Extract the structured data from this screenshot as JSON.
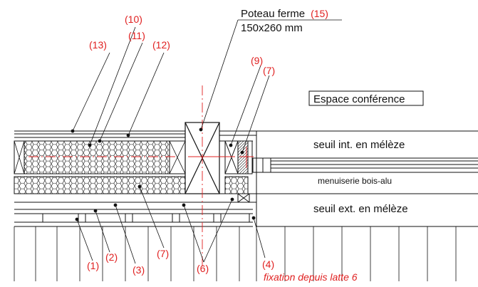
{
  "labels": {
    "post_title": "Poteau ferme",
    "post_number": "(15)",
    "post_size": "150x260 mm",
    "space_label": "Espace conférence",
    "sill_interior": "seuil int. en mélèze",
    "joinery": "menuiserie bois-alu",
    "sill_exterior": "seuil ext. en mélèze",
    "fixing_note": "fixation depuis latte 6"
  },
  "callouts": {
    "c1": "(1)",
    "c2": "(2)",
    "c3": "(3)",
    "c4": "(4)",
    "c6": "(6)",
    "c7a": "(7)",
    "c7b": "(7)",
    "c9": "(9)",
    "c10": "(10)",
    "c11": "(11)",
    "c12": "(12)",
    "c13": "(13)"
  },
  "colors": {
    "line": "#111111",
    "annotation": "#e02020",
    "axis": "#e02020"
  }
}
